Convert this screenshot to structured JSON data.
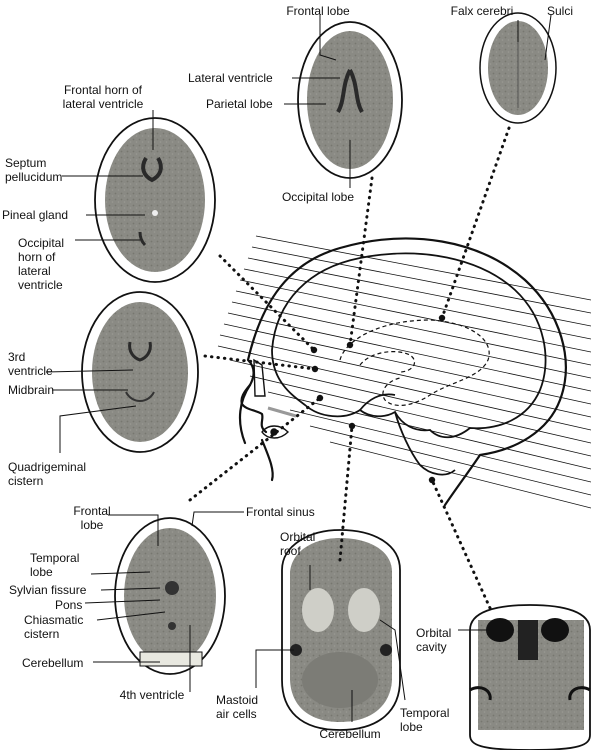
{
  "labels": {
    "frontal_lobe_top": "Frontal lobe",
    "falx_cerebri": "Falx cerebri",
    "sulci": "Sulci",
    "lateral_ventricle": "Lateral ventricle",
    "parietal_lobe": "Parietal lobe",
    "occipital_lobe": "Occipital lobe",
    "frontal_horn": "Frontal horn of\nlateral ventricle",
    "septum_pellucidum": "Septum\npellucidum",
    "pineal_gland": "Pineal gland",
    "occipital_horn": "Occipital\nhorn of\nlateral\nventricle",
    "third_ventricle": "3rd\nventricle",
    "midbrain": "Midbrain",
    "quadrigeminal_cistern": "Quadrigeminal\ncistern",
    "frontal_lobe_low": "Frontal\nlobe",
    "frontal_sinus": "Frontal sinus",
    "temporal_lobe_left": "Temporal\nlobe",
    "sylvian_fissure": "Sylvian fissure",
    "pons": "Pons",
    "chiasmatic_cistern": "Chiasmatic\ncistern",
    "cerebellum_left": "Cerebellum",
    "fourth_ventricle": "4th ventricle",
    "orbital_roof": "Orbital\nroof",
    "mastoid_air_cells": "Mastoid\nair cells",
    "cerebellum_mid": "Cerebellum",
    "temporal_lobe_right": "Temporal\nlobe",
    "orbital_cavity": "Orbital\ncavity"
  },
  "colors": {
    "line": "#111111",
    "bone": "#f2f2ec",
    "brain": "#8a8a84",
    "brain_dark": "#6f6f69",
    "ventricle": "#2a2a2a",
    "paper": "#ffffff"
  }
}
